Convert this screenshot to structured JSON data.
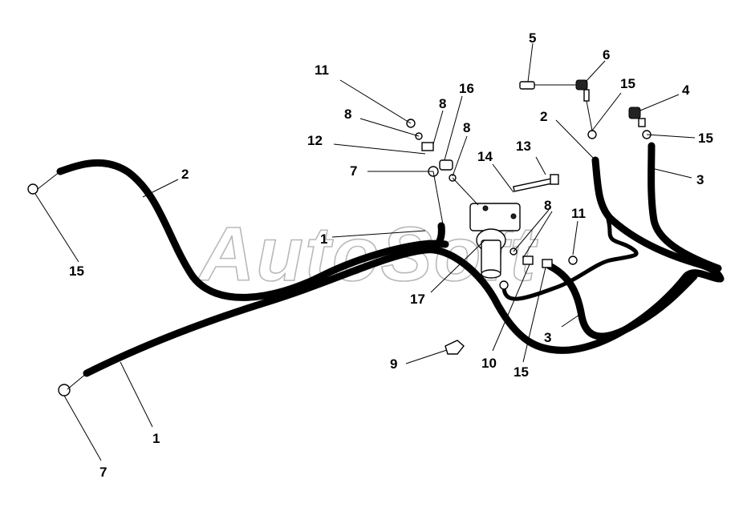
{
  "watermark": "AutoSoft",
  "callouts": {
    "c1a": "1",
    "c1b": "1",
    "c2a": "2",
    "c2b": "2",
    "c3a": "3",
    "c3b": "3",
    "c4": "4",
    "c5": "5",
    "c6": "6",
    "c7a": "7",
    "c7b": "7",
    "c8a": "8",
    "c8b": "8",
    "c8c": "8",
    "c8d": "8",
    "c9": "9",
    "c10": "10",
    "c11a": "11",
    "c11b": "11",
    "c12": "12",
    "c13": "13",
    "c14": "14",
    "c15a": "15",
    "c15b": "15",
    "c15c": "15",
    "c15d": "15",
    "c16": "16",
    "c17": "17"
  }
}
